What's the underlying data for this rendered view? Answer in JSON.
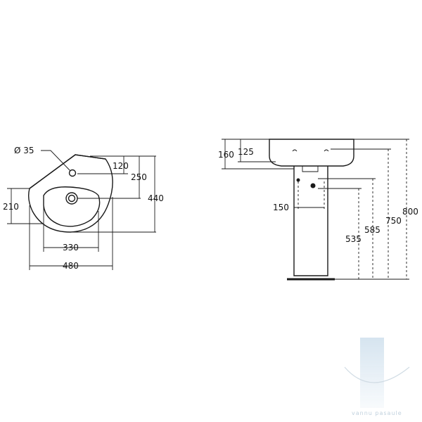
{
  "top_view": {
    "hole_diameter": "Ø 35",
    "dim_120": "120",
    "dim_250": "250",
    "dim_440": "440",
    "dim_210": "210",
    "dim_330": "330",
    "dim_480": "480"
  },
  "side_view": {
    "dim_160": "160",
    "dim_125": "125",
    "dim_150": "150",
    "dim_535": "535",
    "dim_585": "585",
    "dim_750": "750",
    "dim_800": "800"
  },
  "watermark": {
    "text": "vannu pasaule",
    "color": "#b6c9d8"
  }
}
